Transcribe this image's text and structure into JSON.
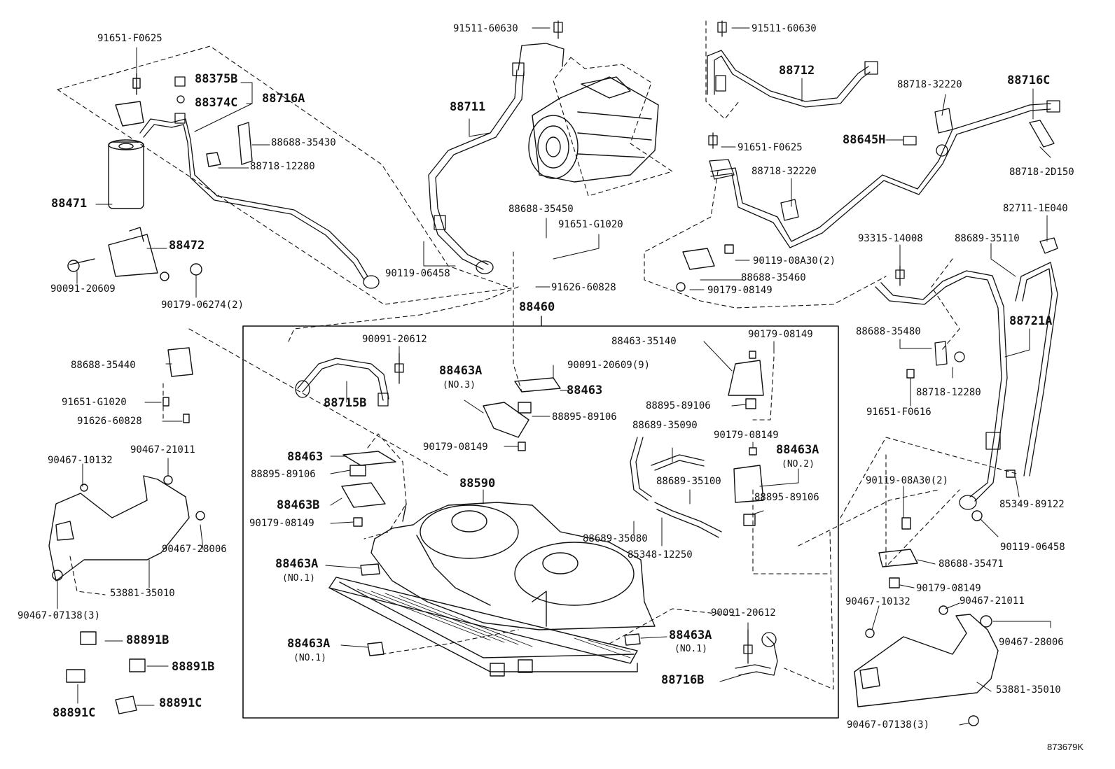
{
  "diagram": {
    "catalog_code": "873679K",
    "labels": {
      "l_91651_F0625_a": "91651-F0625",
      "l_88375B": "88375B",
      "l_88374C": "88374C",
      "l_88716A": "88716A",
      "l_88688_35430": "88688-35430",
      "l_88718_12280_a": "88718-12280",
      "l_88471": "88471",
      "l_88472": "88472",
      "l_90091_20609_a": "90091-20609",
      "l_90179_06274": "90179-06274(2)",
      "l_91511_60630_a": "91511-60630",
      "l_88711": "88711",
      "l_90119_06458_a": "90119-06458",
      "l_88688_35450": "88688-35450",
      "l_91651_G1020_a": "91651-G1020",
      "l_91626_60828_a": "91626-60828",
      "l_88460": "88460",
      "l_91511_60630_b": "91511-60630",
      "l_88712": "88712",
      "l_91651_F0625_b": "91651-F0625",
      "l_88718_32220_a": "88718-32220",
      "l_88718_32220_b": "88718-32220",
      "l_88716C": "88716C",
      "l_88645H": "88645H",
      "l_88718_2D150": "88718-2D150",
      "l_82711_1E040": "82711-1E040",
      "l_93315_14008": "93315-14008",
      "l_88689_35110": "88689-35110",
      "l_90119_08A30_a": "90119-08A30(2)",
      "l_88688_35460": "88688-35460",
      "l_90179_08149_a": "90179-08149",
      "l_88721A": "88721A",
      "l_88688_35480": "88688-35480",
      "l_88718_12280_b": "88718-12280",
      "l_91651_F0616": "91651-F0616",
      "l_88688_35440": "88688-35440",
      "l_91651_G1020_b": "91651-G1020",
      "l_91626_60828_b": "91626-60828",
      "l_90467_10132_a": "90467-10132",
      "l_90467_21011_a": "90467-21011",
      "l_90467_28006_a": "90467-28006",
      "l_53881_35010_a": "53881-35010",
      "l_90467_07138_a": "90467-07138(3)",
      "l_88891B_a": "88891B",
      "l_88891B_b": "88891B",
      "l_88891C_a": "88891C",
      "l_88891C_b": "88891C",
      "l_90091_20612_a": "90091-20612",
      "l_88715B": "88715B",
      "l_88463A_no3": "88463A",
      "l_no3": "(NO.3)",
      "l_90091_20609_9": "90091-20609(9)",
      "l_88463_a": "88463",
      "l_88895_89106_a": "88895-89106",
      "l_90179_08149_b": "90179-08149",
      "l_88463_35140": "88463-35140",
      "l_90179_08149_c": "90179-08149",
      "l_88895_89106_b": "88895-89106",
      "l_88463_b": "88463",
      "l_88895_89106_c": "88895-89106",
      "l_88463B": "88463B",
      "l_90179_08149_d": "90179-08149",
      "l_88590": "88590",
      "l_88689_35090": "88689-35090",
      "l_90179_08149_e": "90179-08149",
      "l_88463A_no2": "88463A",
      "l_no2": "(NO.2)",
      "l_88689_35100": "88689-35100",
      "l_88895_89106_d": "88895-89106",
      "l_88689_35080": "88689-35080",
      "l_85348_12250": "85348-12250",
      "l_88463A_no1_a": "88463A",
      "l_no1_a": "(NO.1)",
      "l_88463A_no1_b": "88463A",
      "l_no1_b": "(NO.1)",
      "l_88463A_no1_c": "88463A",
      "l_no1_c": "(NO.1)",
      "l_90091_20612_b": "90091-20612",
      "l_88716B": "88716B",
      "l_90119_08A30_b": "90119-08A30(2)",
      "l_85349_89122": "85349-89122",
      "l_90119_06458_b": "90119-06458",
      "l_88688_35471": "88688-35471",
      "l_90179_08149_f": "90179-08149",
      "l_90467_10132_b": "90467-10132",
      "l_90467_21011_b": "90467-21011",
      "l_90467_28006_b": "90467-28006",
      "l_53881_35010_b": "53881-35010",
      "l_90467_07138_b": "90467-07138(3)"
    }
  }
}
